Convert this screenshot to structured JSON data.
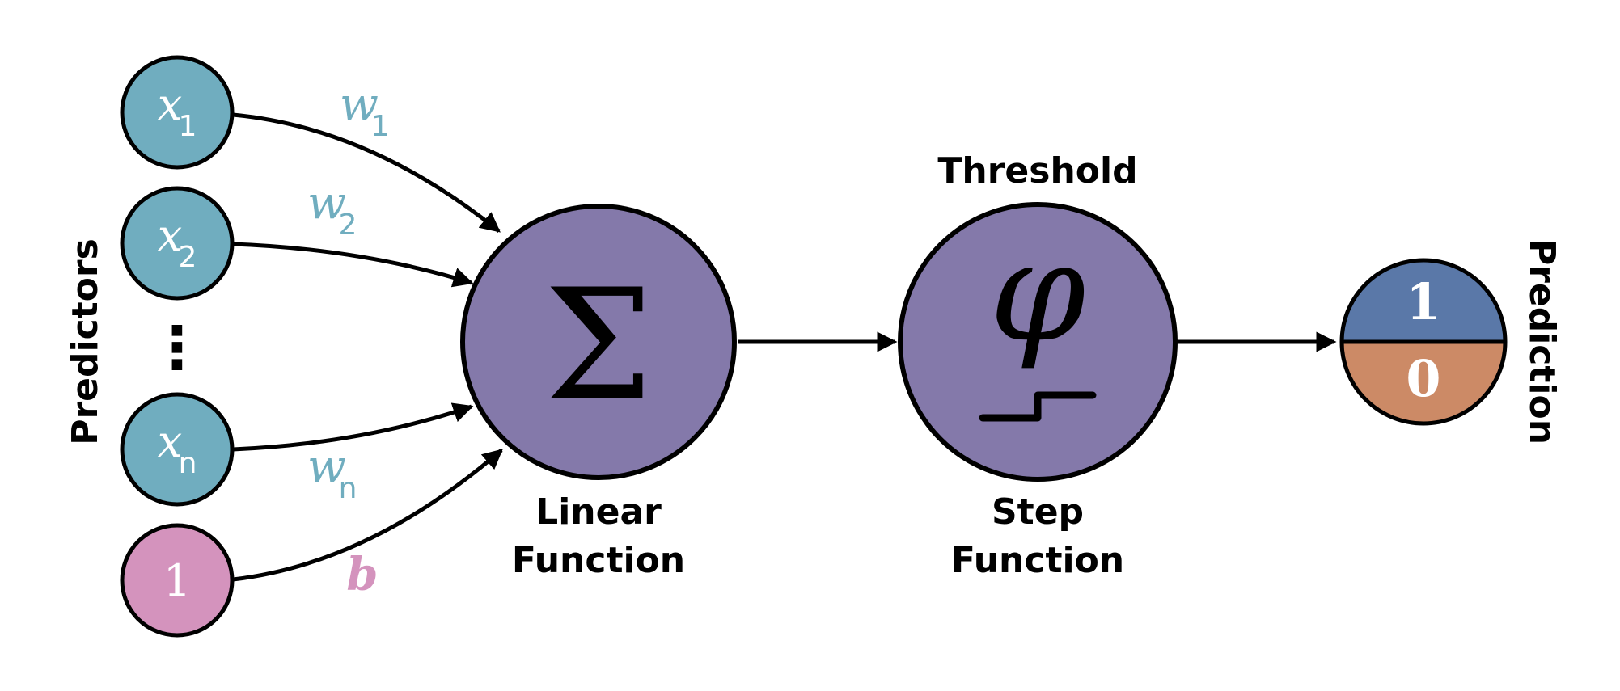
{
  "colors": {
    "input_node": "#70adbf",
    "bias_node": "#d493bd",
    "function_node": "#8479aa",
    "weight_text": "#70adbf",
    "bias_text": "#d493bd",
    "prediction_one": "#5a78a8",
    "prediction_zero": "#cc8a66",
    "stroke": "#000000"
  },
  "inputs": [
    {
      "var": "x",
      "sub": "1",
      "weight": "w",
      "weight_sub": "1"
    },
    {
      "var": "x",
      "sub": "2",
      "weight": "w",
      "weight_sub": "2"
    },
    {
      "var": "x",
      "sub": "n",
      "weight": "w",
      "weight_sub": "n"
    }
  ],
  "ellipsis": "⋮",
  "bias": {
    "value": "1",
    "label": "b"
  },
  "labels": {
    "predictors": "Predictors",
    "prediction": "Prediction",
    "threshold": "Threshold",
    "linear_line1": "Linear",
    "linear_line2": "Function",
    "step_line1": "Step",
    "step_line2": "Function"
  },
  "symbols": {
    "sum": "Σ",
    "phi": "φ"
  },
  "prediction_values": {
    "top": "1",
    "bottom": "0"
  }
}
